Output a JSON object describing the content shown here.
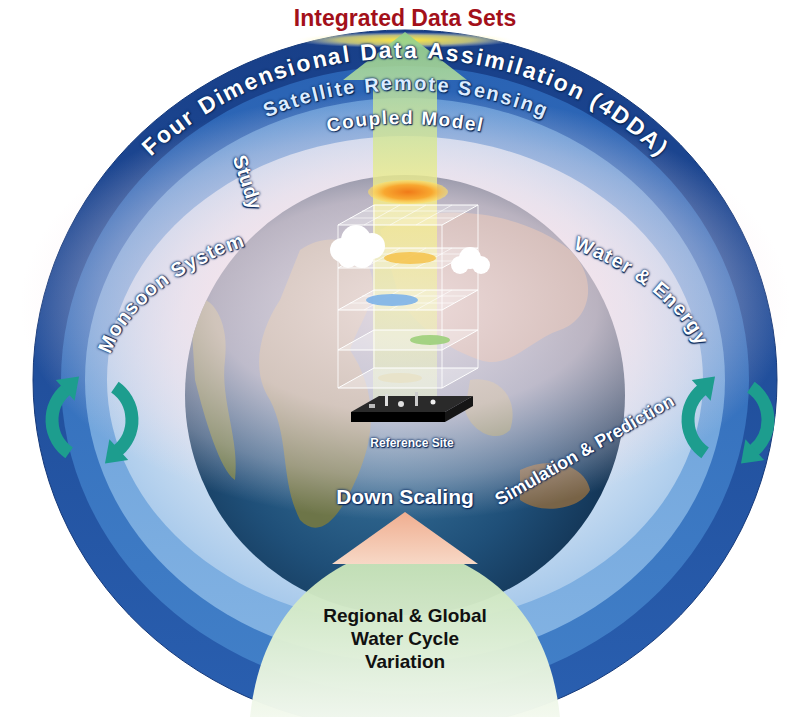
{
  "diagram": {
    "title": "Integrated Data Sets",
    "nodes": [
      {
        "text": [
          "Four Dimensional Data Assimilation (4DDA)"
        ]
      },
      {
        "text": [
          "Satellite Remote Sensing"
        ],
        "in": 0
      },
      {
        "text": [
          "Coupled Model"
        ],
        "in": 1
      },
      {
        "text": [
          "Reference Site"
        ],
        "in": 2
      },
      {
        "text": [
          "Regional & Global Water Cycle Variation"
        ]
      }
    ],
    "labels": [
      "Monsoon System",
      "Study",
      "Water & Energy",
      "Simulation & Prediction",
      "Down Scaling"
    ]
  }
}
